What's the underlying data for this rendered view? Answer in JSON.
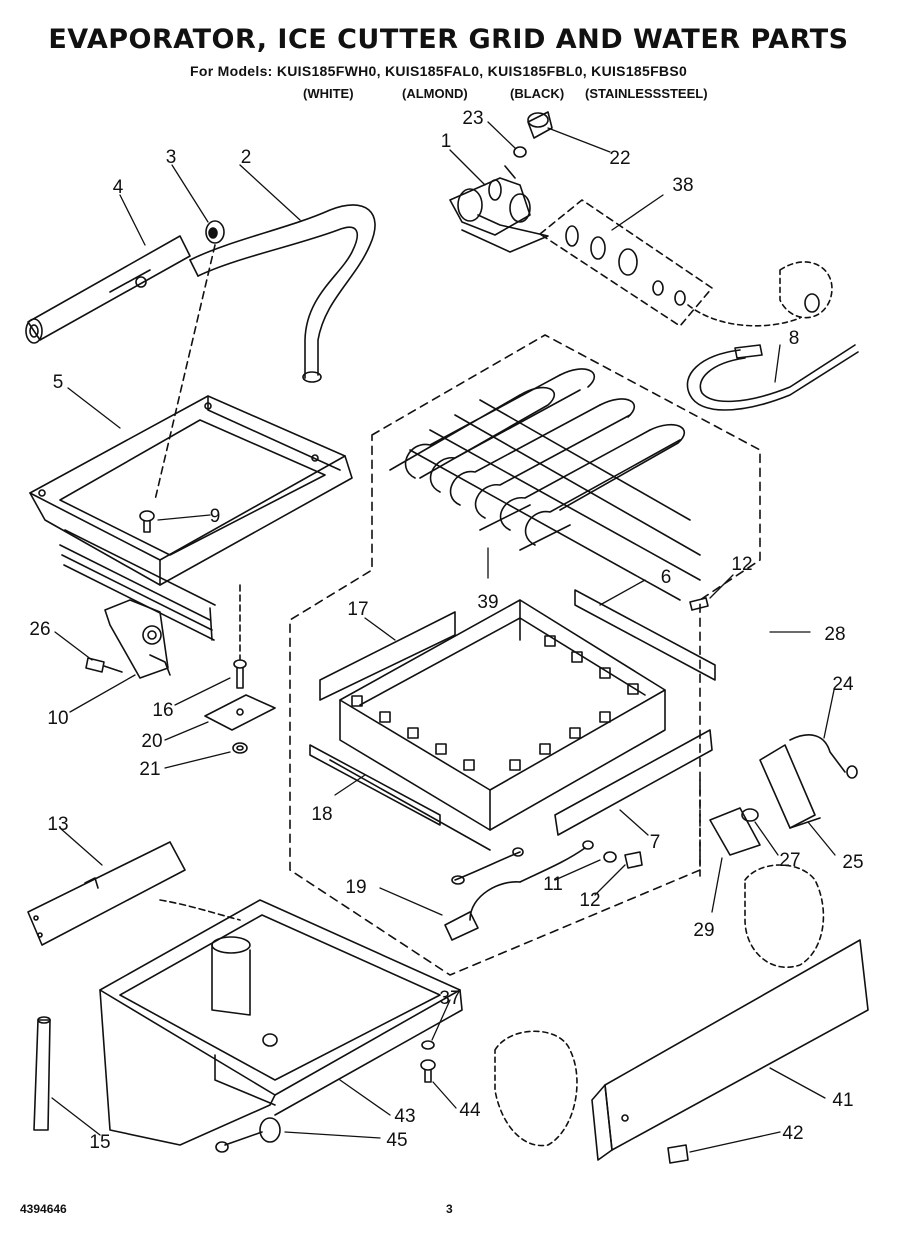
{
  "header": {
    "title": "EVAPORATOR, ICE CUTTER GRID AND WATER PARTS",
    "models_line": "For Models: KUIS185FWH0, KUIS185FAL0, KUIS185FBL0, KUIS185FBS0",
    "variants": [
      "(WHITE)",
      "(ALMOND)",
      "(BLACK)",
      "(STAINLESSSTEEL)"
    ]
  },
  "callouts": [
    "1",
    "2",
    "3",
    "4",
    "5",
    "6",
    "7",
    "8",
    "9",
    "10",
    "11",
    "12",
    "12",
    "13",
    "15",
    "16",
    "17",
    "18",
    "19",
    "20",
    "21",
    "22",
    "23",
    "24",
    "25",
    "26",
    "27",
    "28",
    "29",
    "37",
    "38",
    "39",
    "41",
    "42",
    "43",
    "44",
    "45"
  ],
  "footer": {
    "doc_number": "4394646",
    "page_number": "3"
  }
}
